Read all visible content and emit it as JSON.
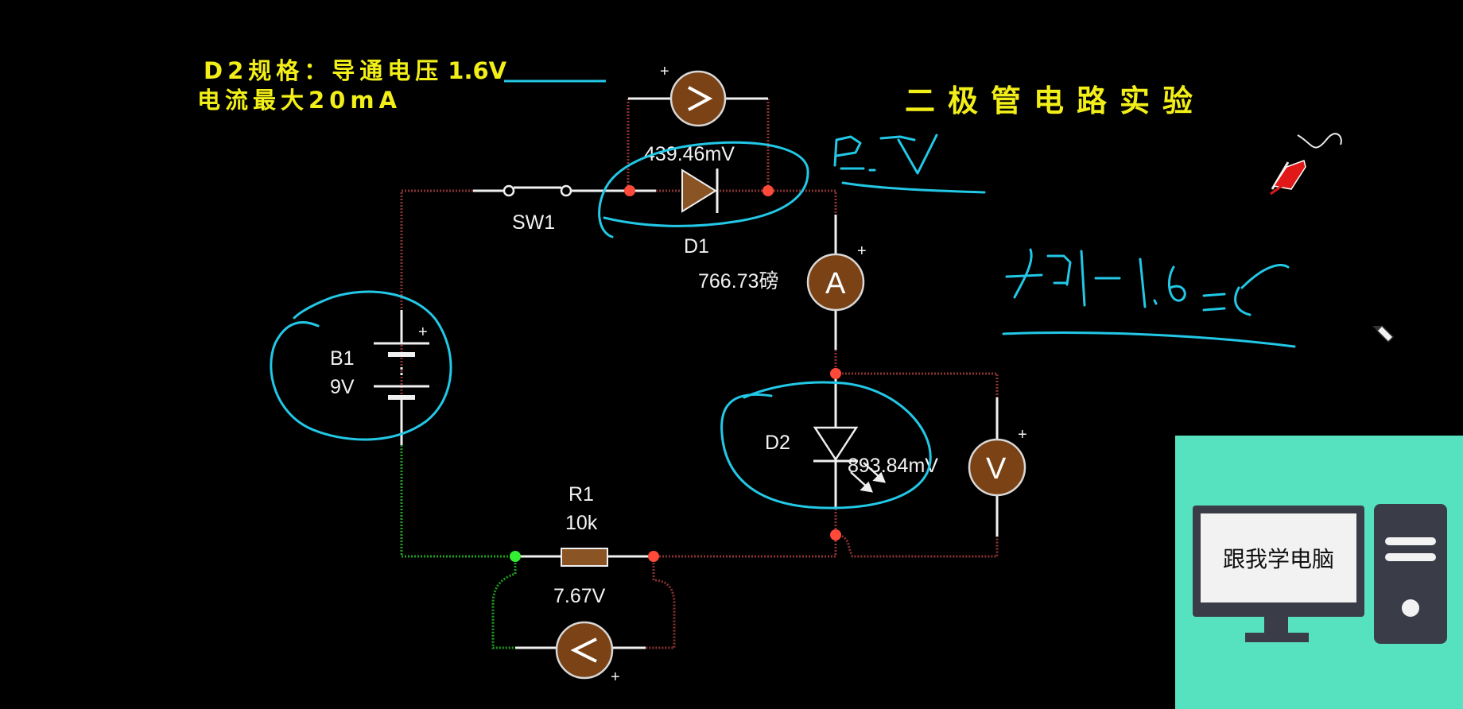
{
  "spec": {
    "line1_prefix": "D2规格：导通电压",
    "line1_value": "1.6V",
    "line2": "电流最大20mA"
  },
  "title": "二极管电路实验",
  "circuit": {
    "battery": {
      "name": "B1",
      "value": "9V",
      "plus": "+"
    },
    "switch": {
      "name": "SW1"
    },
    "diode1": {
      "name": "D1",
      "reading": "439.46mV"
    },
    "ammeter": {
      "reading": "766.73磅",
      "glyph": "A",
      "plus": "+"
    },
    "diode2": {
      "name": "D2",
      "reading": "893.84mV"
    },
    "voltmeter_d2": {
      "glyph": "V",
      "plus": "+"
    },
    "voltmeter_d1": {
      "plus": "+"
    },
    "resistor": {
      "name": "R1",
      "value": "10k",
      "reading": "7.67V"
    },
    "voltmeter_r1": {
      "plus": "+"
    }
  },
  "watermark": {
    "text": "跟我学电脑"
  },
  "colors": {
    "background": "#000000",
    "spec_text": "#f2ef18",
    "wire_red": "#8a3232",
    "wire_green": "#1f9e1f",
    "node_red": "#ff4a3a",
    "node_green": "#33ee33",
    "meter_fill": "#7a4215",
    "component_fill": "#8b5424",
    "annotation": "#22c8e6",
    "watermark_bg": "#57e2bf",
    "computer_icon": "#3a3d47"
  },
  "icons": [
    "probe-cursor-icon",
    "computer-monitor-icon",
    "computer-tower-icon",
    "pen-cursor-icon"
  ]
}
